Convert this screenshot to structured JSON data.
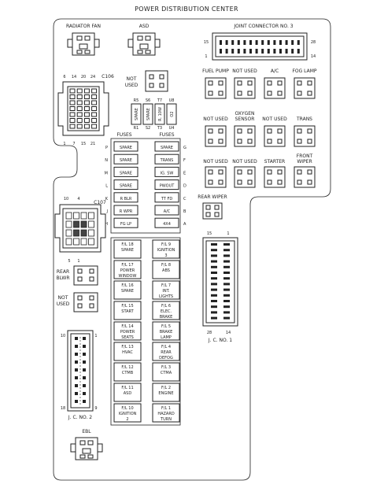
{
  "title": "POWER DISTRIBUTION CENTER",
  "top_relays": [
    {
      "label": "RADIATOR FAN"
    },
    {
      "label": "ASD"
    }
  ],
  "joint_connector_3": {
    "label": "JOINT CONNECTOR NO. 3",
    "pin_labels": [
      "15",
      "28",
      "1",
      "14"
    ]
  },
  "c106": {
    "label": "C106",
    "top_pins": [
      "6",
      "14",
      "20",
      "24"
    ],
    "bottom_pins": [
      "1",
      "7",
      "15",
      "21"
    ]
  },
  "not_used_small": {
    "label_line1": "NOT",
    "label_line2": "USED"
  },
  "mini_fuses": {
    "top_numbers": [
      "R5",
      "S6",
      "T7",
      "U8"
    ],
    "labels": [
      "SPARE",
      "SPARE",
      "R. 10W",
      "O2"
    ],
    "bottom_numbers": [
      "R1",
      "S2",
      "T3",
      "U4"
    ]
  },
  "right_relays_row1": [
    {
      "label": "FUEL PUMP"
    },
    {
      "label": "NOT USED"
    },
    {
      "label": "A/C"
    },
    {
      "label": "FOG LAMP"
    }
  ],
  "right_relays_row2": [
    {
      "label": "NOT USED"
    },
    {
      "label": "OXYGEN SENSOR"
    },
    {
      "label": "NOT USED"
    },
    {
      "label": "TRANS"
    }
  ],
  "right_relays_row3": [
    {
      "label": "NOT USED"
    },
    {
      "label": "NOT USED"
    },
    {
      "label": "STARTER"
    },
    {
      "label": "FRONT WIPER"
    }
  ],
  "rear_wiper": {
    "label": "REAR WIPER"
  },
  "fuses_header_left": "FUSES",
  "fuses_header_right": "FUSES",
  "left_fuses": [
    {
      "letter": "P",
      "label": "SPARE"
    },
    {
      "letter": "N",
      "label": "SPARE"
    },
    {
      "letter": "M",
      "label": "SPARE"
    },
    {
      "letter": "L",
      "label": "SPARE"
    },
    {
      "letter": "K",
      "label": "R BLR"
    },
    {
      "letter": "J",
      "label": "R WPR"
    },
    {
      "letter": "H",
      "label": "FG LP"
    }
  ],
  "right_fuses": [
    {
      "letter": "G",
      "label": "SPARE"
    },
    {
      "letter": "F",
      "label": "TRANS"
    },
    {
      "letter": "E",
      "label": "IG. SW"
    },
    {
      "letter": "D",
      "label": "PWOUT"
    },
    {
      "letter": "C",
      "label": "TT FD"
    },
    {
      "letter": "B",
      "label": "A/C"
    },
    {
      "letter": "A",
      "label": "4X4"
    }
  ],
  "c107": {
    "label": "C107",
    "top_pins": [
      "10",
      "4"
    ],
    "bottom_pins": [
      "5",
      "1"
    ]
  },
  "rear_blwr": {
    "label_line1": "REAR",
    "label_line2": "BLWR"
  },
  "not_used_left": {
    "label_line1": "NOT",
    "label_line2": "USED"
  },
  "fusible_links_left": [
    {
      "line1": "F/L 18",
      "line2": "SPARE",
      "line3": ""
    },
    {
      "line1": "F/L 17",
      "line2": "POWER",
      "line3": "WINDOW"
    },
    {
      "line1": "F/L 16",
      "line2": "SPARE",
      "line3": ""
    },
    {
      "line1": "F/L 15",
      "line2": "START",
      "line3": ""
    },
    {
      "line1": "F/L 14",
      "line2": "POWER",
      "line3": "SEATS"
    },
    {
      "line1": "F/L 13",
      "line2": "HVAC",
      "line3": ""
    },
    {
      "line1": "F/L 12",
      "line2": "CTMB",
      "line3": ""
    },
    {
      "line1": "F/L 11",
      "line2": "ASD",
      "line3": ""
    },
    {
      "line1": "F/L 10",
      "line2": "IGNITION",
      "line3": "2"
    }
  ],
  "fusible_links_right": [
    {
      "line1": "F/L 9",
      "line2": "IGNITION",
      "line3": "3"
    },
    {
      "line1": "F/L 8",
      "line2": "ABS",
      "line3": ""
    },
    {
      "line1": "F/L 7",
      "line2": "INT.",
      "line3": "LIGHTS"
    },
    {
      "line1": "F/L 6",
      "line2": "ELEC.",
      "line3": "BRAKE"
    },
    {
      "line1": "F/L 5",
      "line2": "BRAKE",
      "line3": "LAMP"
    },
    {
      "line1": "F/L 4",
      "line2": "REAR",
      "line3": "DEFOG"
    },
    {
      "line1": "F/L 3",
      "line2": "CTMA",
      "line3": ""
    },
    {
      "line1": "F/L 2",
      "line2": "ENGINE",
      "line3": ""
    },
    {
      "line1": "F/L 1",
      "line2": "HAZARD",
      "line3": "TURN"
    }
  ],
  "jc1": {
    "label": "J. C. NO. 1",
    "top_pins": [
      "15",
      "1"
    ],
    "bottom_pins": [
      "28",
      "14"
    ]
  },
  "jc2": {
    "label": "J. C. NO. 2",
    "top_pins": [
      "10",
      "1"
    ],
    "bottom_pins": [
      "18",
      "9"
    ]
  },
  "ebl": {
    "label": "EBL"
  }
}
